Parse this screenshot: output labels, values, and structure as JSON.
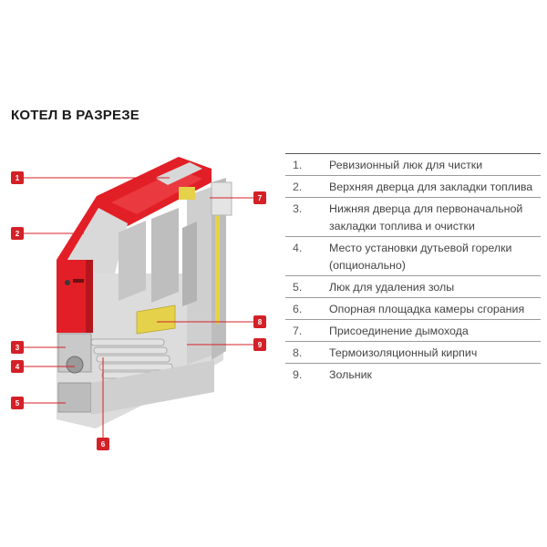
{
  "title": "КОТЕЛ В РАЗРЕЗЕ",
  "colors": {
    "body_red": "#e21f26",
    "body_red_dark": "#b5161c",
    "steel_grey": "#d4d4d4",
    "steel_dark": "#a9a9a9",
    "insulation_yellow": "#e6d24a",
    "badge_red": "#d42027"
  },
  "callouts": [
    {
      "label": "1"
    },
    {
      "label": "2"
    },
    {
      "label": "3"
    },
    {
      "label": "4"
    },
    {
      "label": "5"
    },
    {
      "label": "6"
    },
    {
      "label": "7"
    },
    {
      "label": "8"
    },
    {
      "label": "9"
    }
  ],
  "legend": [
    {
      "num": "1.",
      "text": "Ревизионный люк для чистки"
    },
    {
      "num": "2.",
      "text": "Верхняя дверца для закладки топлива"
    },
    {
      "num": "3.",
      "text": "Нижняя дверца для первоначальной закладки топлива и очистки"
    },
    {
      "num": "4.",
      "text": "Место установки дутьевой горелки (опционально)"
    },
    {
      "num": "5.",
      "text": "Люк для удаления золы"
    },
    {
      "num": "6.",
      "text": "Опорная площадка камеры сгорания"
    },
    {
      "num": "7.",
      "text": "Присоединение дымохода"
    },
    {
      "num": "8.",
      "text": "Термоизоляционный кирпич"
    },
    {
      "num": "9.",
      "text": "Зольник"
    }
  ]
}
